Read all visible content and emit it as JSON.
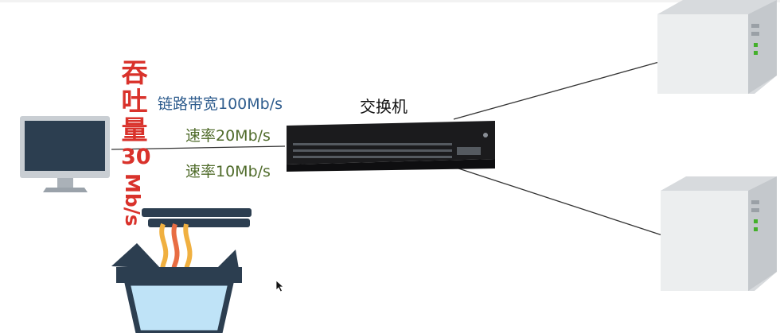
{
  "labels": {
    "bandwidth": "链路带宽100Mb/s",
    "rate1": "速率20Mb/s",
    "rate2": "速率10Mb/s",
    "switch": "交换机"
  },
  "throughput": {
    "chars": [
      "吞",
      "吐",
      "量"
    ],
    "number": "30",
    "unit": "Mb/s"
  },
  "colors": {
    "throughput": "#d9322b",
    "bandwidth": "#2f5d8e",
    "rate": "#4f6b2a",
    "switch_body": "#1b1b1d",
    "monitor_screen": "#2c3e50",
    "monitor_frame": "#b8bfc6",
    "bowl": "#2c3e50",
    "water": "#bfe3f7",
    "noodle": "#f0b040"
  },
  "icons": {
    "computer": "monitor-icon",
    "switch": "network-switch-icon",
    "server": "server-icon",
    "noodles": "noodle-bowl-icon",
    "cursor": "mouse-cursor-icon"
  }
}
